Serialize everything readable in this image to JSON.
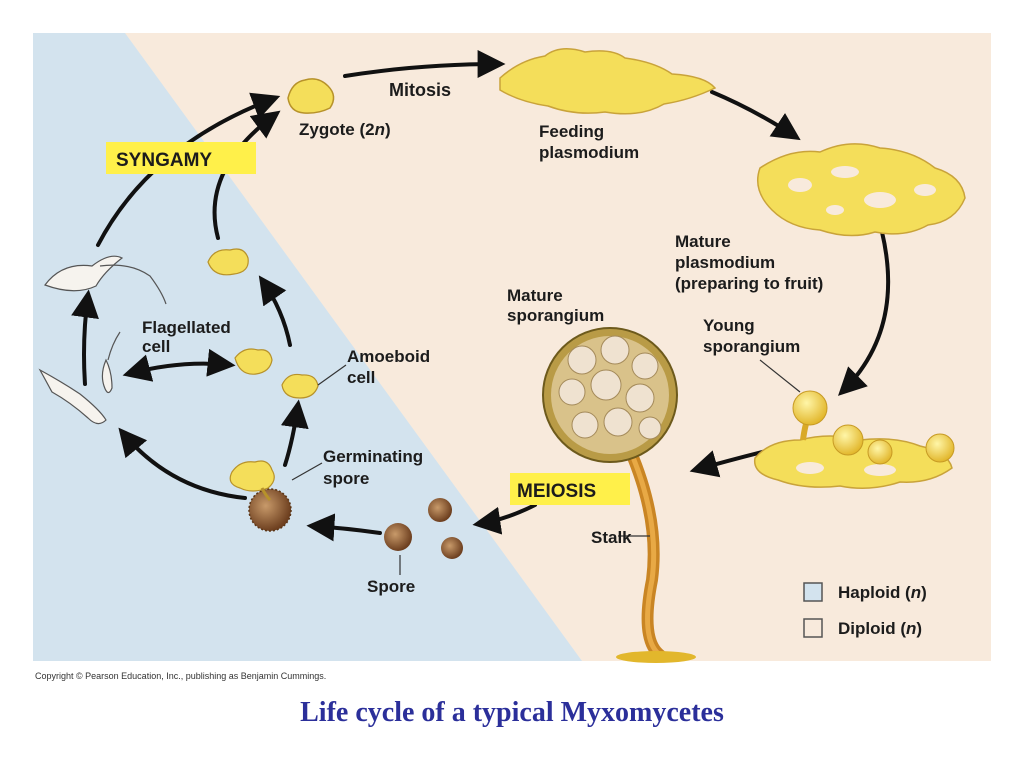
{
  "labels": {
    "mitosis": "Mitosis",
    "zygote_prefix": "Zygote (2",
    "zygote_n": "n",
    "zygote_suffix": ")",
    "feeding_line1": "Feeding",
    "feeding_line2": "plasmodium",
    "syngamy": "SYNGAMY",
    "mature_plasmodium_line1": "Mature",
    "mature_plasmodium_line2": "plasmodium",
    "mature_plasmodium_line3": "(preparing to fruit)",
    "mature_sporangium_line1": "Mature",
    "mature_sporangium_line2": "sporangium",
    "young_sporangium_line1": "Young",
    "young_sporangium_line2": "sporangium",
    "flagellated_line1": "Flagellated",
    "flagellated_line2": "cell",
    "amoeboid_line1": "Amoeboid",
    "amoeboid_line2": "cell",
    "germinating_line1": "Germinating",
    "germinating_line2": "spore",
    "meiosis": "MEIOSIS",
    "stalk": "Stalk",
    "spore": "Spore"
  },
  "legend": {
    "haploid_prefix": "Haploid (",
    "haploid_n": "n",
    "haploid_suffix": ")",
    "diploid_prefix": "Diploid (",
    "diploid_n": "n",
    "diploid_suffix": ")"
  },
  "copyright": "Copyright © Pearson Education, Inc., publishing as Benjamin Cummings.",
  "caption": "Life cycle of a typical Myxomycetes",
  "colors": {
    "haploid_bg": "#d3e3ee",
    "diploid_bg": "#f8eadc",
    "highlight": "#fff04a",
    "plasmodium": "#f4de5a",
    "caption": "#2b2f9a"
  }
}
